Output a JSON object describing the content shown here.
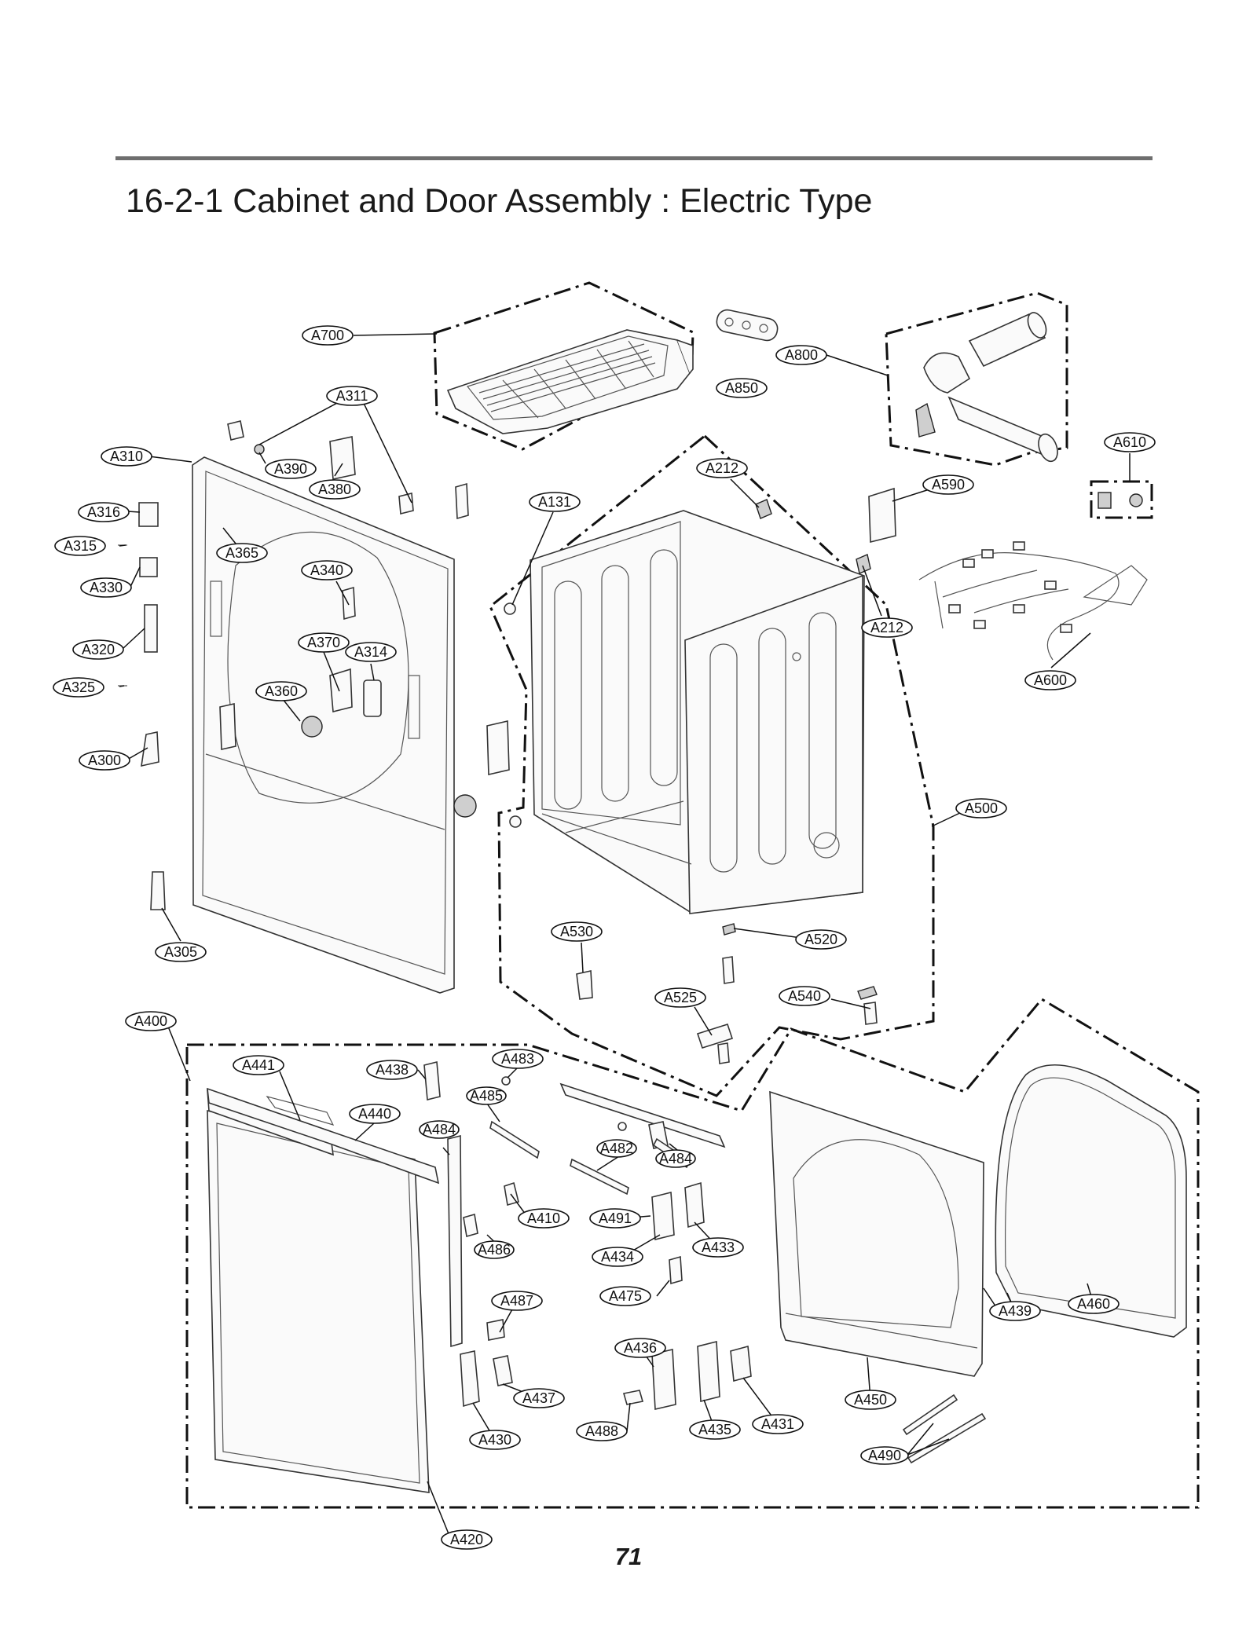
{
  "header": {
    "title": "16-2-1 Cabinet and Door Assembly : Electric Type"
  },
  "footer": {
    "page_number": "71"
  },
  "callouts": {
    "a700": "A700",
    "a850": "A850",
    "a800": "A800",
    "a610": "A610",
    "a311": "A311",
    "a310": "A310",
    "a390": "A390",
    "a380": "A380",
    "a316": "A316",
    "a315": "A315",
    "a365": "A365",
    "a330": "A330",
    "a340": "A340",
    "a320": "A320",
    "a370": "A370",
    "a314": "A314",
    "a325": "A325",
    "a360": "A360",
    "a300": "A300",
    "a305": "A305",
    "a131": "A131",
    "a212_top": "A212",
    "a212_side": "A212",
    "a590": "A590",
    "a600": "A600",
    "a500": "A500",
    "a530": "A530",
    "a520": "A520",
    "a525": "A525",
    "a540": "A540",
    "a400": "A400",
    "a441": "A441",
    "a438": "A438",
    "a483": "A483",
    "a485": "A485",
    "a440": "A440",
    "a484_left": "A484",
    "a482": "A482",
    "a484_right": "A484",
    "a410": "A410",
    "a491": "A491",
    "a486": "A486",
    "a434": "A434",
    "a433": "A433",
    "a475": "A475",
    "a487": "A487",
    "a436": "A436",
    "a437": "A437",
    "a430": "A430",
    "a488": "A488",
    "a435": "A435",
    "a431": "A431",
    "a450": "A450",
    "a439": "A439",
    "a460": "A460",
    "a490": "A490",
    "a420": "A420"
  }
}
